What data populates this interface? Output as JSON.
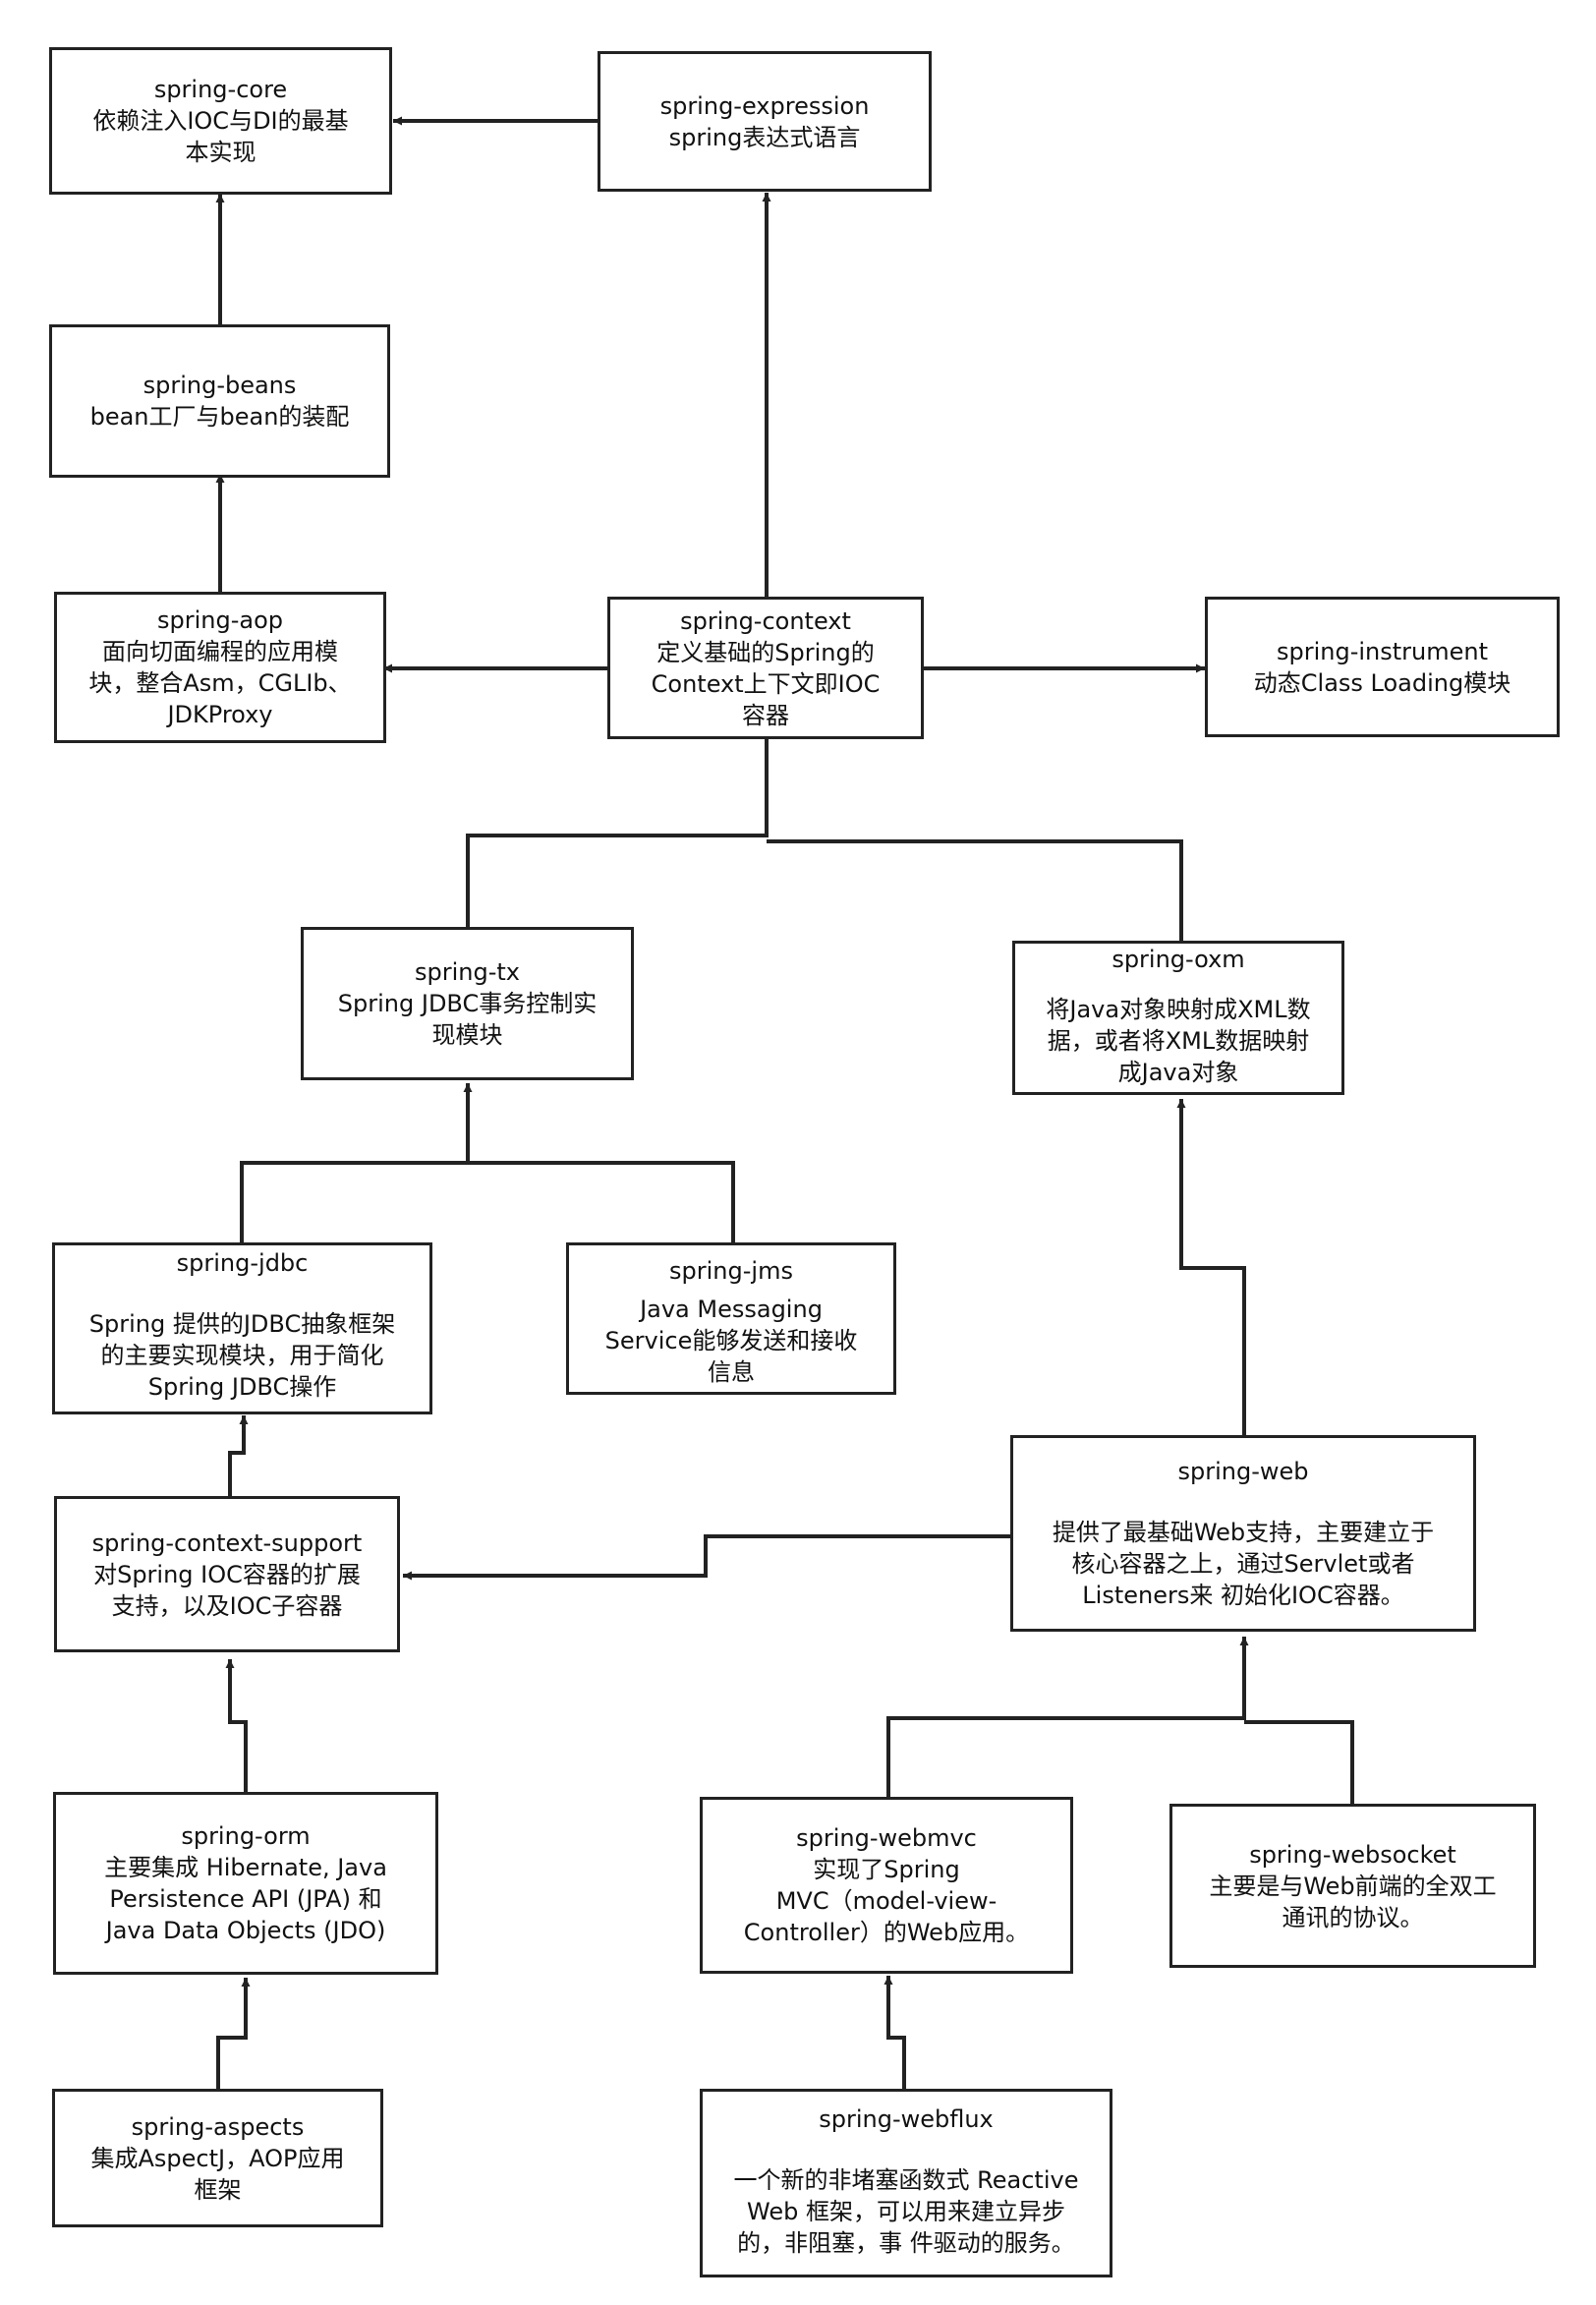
{
  "colors": {
    "line": "#222222",
    "box_border": "#222222",
    "background": "#ffffff"
  },
  "nodes": {
    "core": {
      "title": "spring-core",
      "lines": [
        "依赖注入IOC与DI的最基",
        "本实现"
      ]
    },
    "expression": {
      "title": "spring-expression",
      "lines": [
        "spring表达式语言"
      ]
    },
    "beans": {
      "title": "spring-beans",
      "lines": [
        "bean工厂与bean的装配"
      ]
    },
    "aop": {
      "title": "spring-aop",
      "lines": [
        "面向切面编程的应用模",
        "块，整合Asm，CGLIb、",
        "JDKProxy"
      ]
    },
    "context": {
      "title": "spring-context",
      "lines": [
        "定义基础的Spring的",
        "Context上下文即IOC",
        "容器"
      ]
    },
    "instrument": {
      "title": "spring-instrument",
      "lines": [
        "动态Class Loading模块"
      ]
    },
    "tx": {
      "title": "spring-tx",
      "lines": [
        "Spring JDBC事务控制实",
        "现模块"
      ]
    },
    "oxm": {
      "title": "spring-oxm",
      "lines": [
        "将Java对象映射成XML数",
        "据，或者将XML数据映射",
        "成Java对象"
      ]
    },
    "jdbc": {
      "title": "spring-jdbc",
      "lines": [
        "Spring 提供的JDBC抽象框架",
        "的主要实现模块，用于简化",
        "Spring JDBC操作"
      ]
    },
    "jms": {
      "title": "spring-jms",
      "lines": [
        "Java Messaging",
        "Service能够发送和接收",
        "信息"
      ]
    },
    "support": {
      "title": "spring-context-support",
      "lines": [
        "对Spring IOC容器的扩展",
        "支持，以及IOC子容器"
      ]
    },
    "web": {
      "title": "spring-web",
      "lines": [
        "提供了最基础Web支持，主要建立于",
        "核心容器之上，通过Servlet或者",
        "Listeners来 初始化IOC容器。"
      ]
    },
    "orm": {
      "title": "spring-orm",
      "lines": [
        "主要集成 Hibernate, Java",
        "Persistence API (JPA) 和",
        "Java Data Objects (JDO)"
      ]
    },
    "webmvc": {
      "title": "spring-webmvc",
      "lines": [
        "实现了Spring",
        "MVC（model-view-",
        "Controller）的Web应用。"
      ]
    },
    "websocket": {
      "title": "spring-websocket",
      "lines": [
        "主要是与Web前端的全双工",
        "通讯的协议。"
      ]
    },
    "aspects": {
      "title": "spring-aspects",
      "lines": [
        "集成AspectJ，AOP应用",
        "框架"
      ]
    },
    "webflux": {
      "title": "spring-webflux",
      "lines": [
        "一个新的非堵塞函数式 Reactive",
        "Web 框架，可以用来建立异步",
        "的，非阻塞，事 件驱动的服务。"
      ]
    }
  }
}
